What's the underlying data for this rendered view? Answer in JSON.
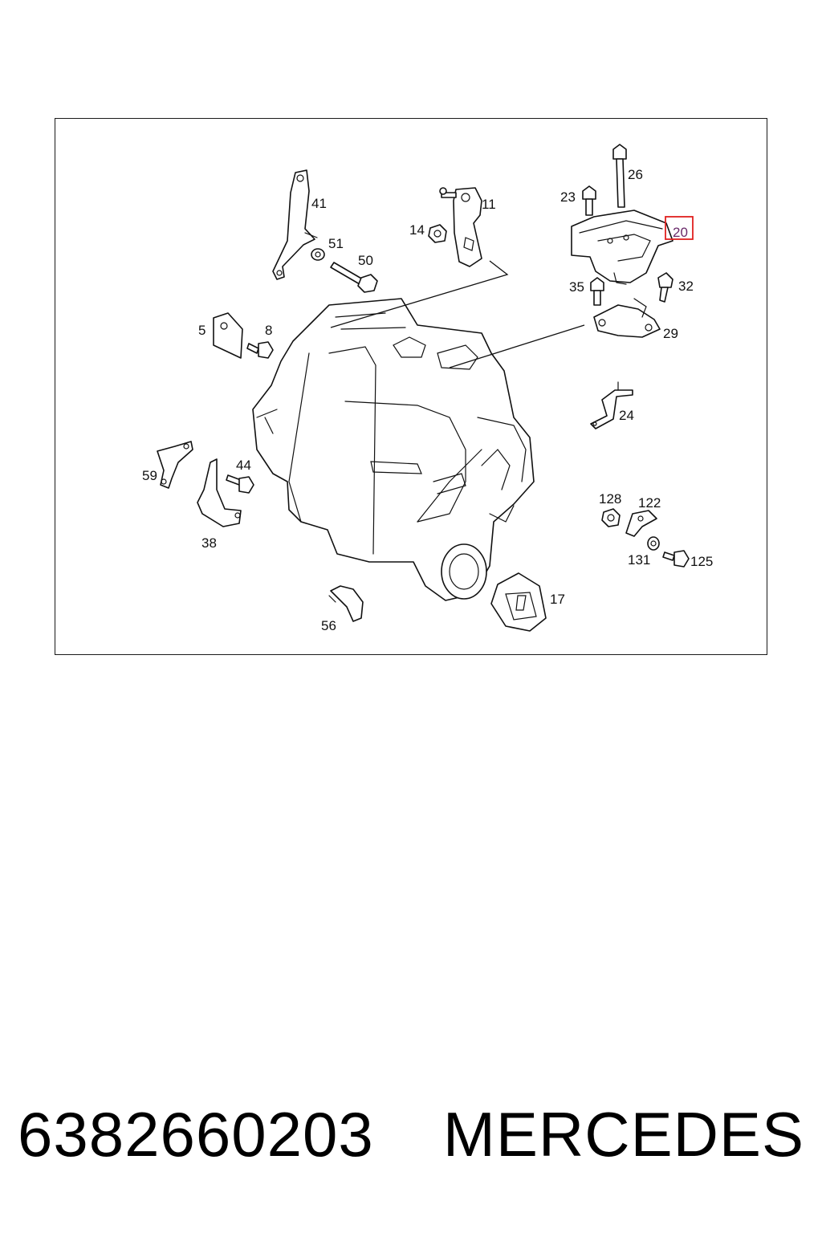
{
  "diagram": {
    "callouts": {
      "p41": "41",
      "p51": "51",
      "p50": "50",
      "p11": "11",
      "p14": "14",
      "p26": "26",
      "p23": "23",
      "p20": "20",
      "p35": "35",
      "p32": "32",
      "p29": "29",
      "p5": "5",
      "p8": "8",
      "p24": "24",
      "p59": "59",
      "p44": "44",
      "p38": "38",
      "p128": "128",
      "p122": "122",
      "p131": "131",
      "p125": "125",
      "p17": "17",
      "p56": "56"
    },
    "highlighted_callout": "20",
    "highlight_color": "#e0201f"
  },
  "caption": {
    "part_number": "6382660203",
    "brand": "MERCEDES"
  }
}
